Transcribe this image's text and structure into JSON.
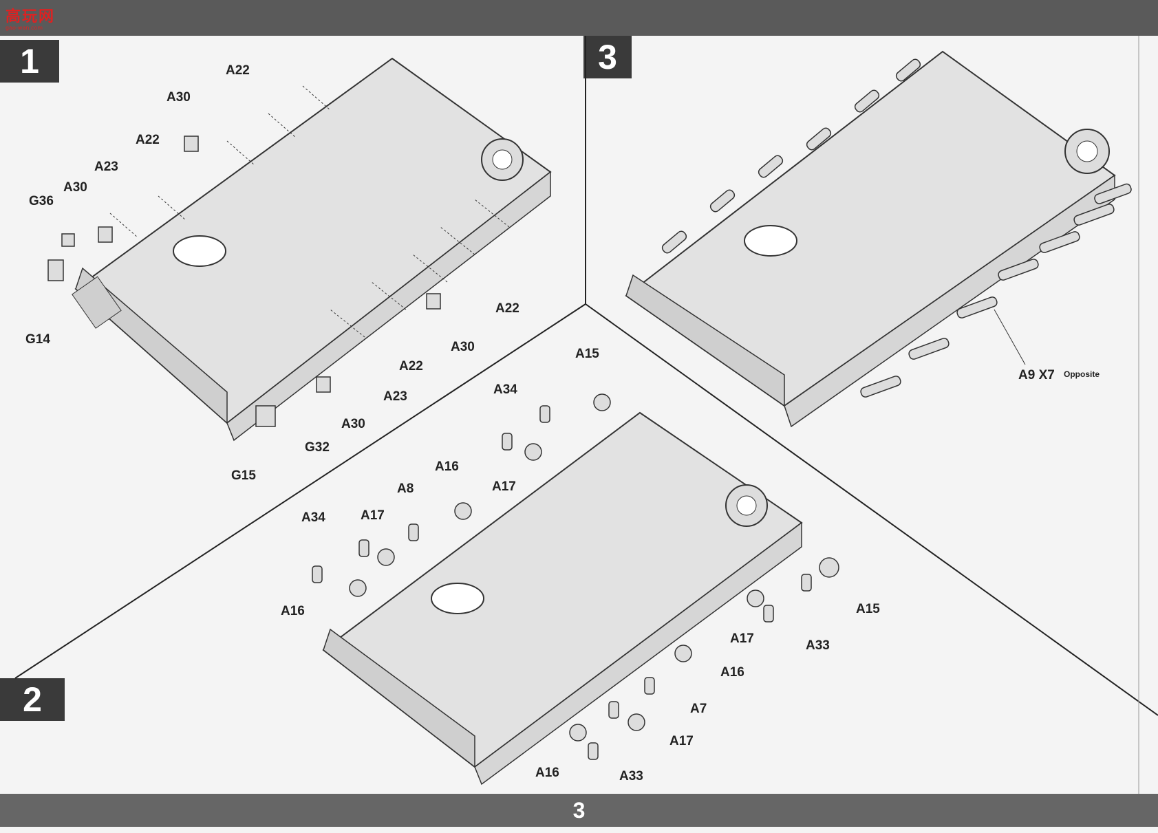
{
  "header": {
    "logo_text": "高玩网",
    "logo_sub": "gao-wan.com"
  },
  "page_number": "3",
  "steps": [
    {
      "number": "1"
    },
    {
      "number": "2"
    },
    {
      "number": "3"
    }
  ],
  "step1_labels": {
    "a22_top": "A22",
    "a30_top": "A30",
    "a22_mid": "A22",
    "a23_left": "A23",
    "a30_left": "A30",
    "g36": "G36",
    "g14": "G14",
    "a22_right": "A22",
    "a30_right": "A30",
    "a22_bottom": "A22",
    "a23_bottom": "A23",
    "a30_bottom": "A30",
    "g32": "G32",
    "g15": "G15"
  },
  "step2_labels": {
    "a15_top": "A15",
    "a34_top": "A34",
    "a16_top": "A16",
    "a17_top": "A17",
    "a8": "A8",
    "a34_left": "A34",
    "a17_left": "A17",
    "a16_left": "A16",
    "a15_right": "A15",
    "a17_right": "A17",
    "a33_right": "A33",
    "a16_right": "A16",
    "a7": "A7",
    "a17_bottom": "A17",
    "a16_bottom": "A16",
    "a33_bottom": "A33"
  },
  "step3_labels": {
    "a9_qty": "A9 X7",
    "opposite": "Opposite"
  }
}
